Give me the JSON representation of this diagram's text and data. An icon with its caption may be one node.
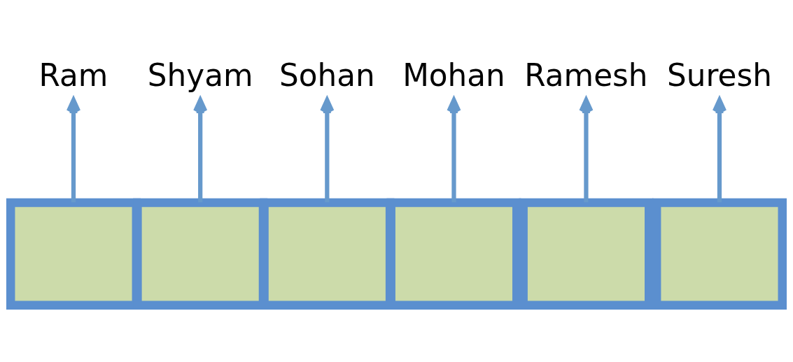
{
  "diagram": {
    "nodes": [
      {
        "text": [
          "Ram"
        ]
      },
      {
        "text": [
          "Shyam"
        ]
      },
      {
        "text": [
          "Sohan"
        ]
      },
      {
        "text": [
          "Mohan"
        ]
      },
      {
        "text": [
          "Ramesh"
        ]
      },
      {
        "text": [
          "Suresh"
        ]
      },
      {
        "text": [],
        "shape": "box"
      },
      {
        "text": [],
        "shape": "box"
      },
      {
        "text": [],
        "shape": "box"
      },
      {
        "text": [],
        "shape": "box"
      },
      {
        "text": [],
        "shape": "box"
      },
      {
        "text": [],
        "shape": "box"
      }
    ],
    "edges": [
      {
        "from": 6,
        "to": 0,
        "arrow": "to"
      },
      {
        "from": 7,
        "to": 1,
        "arrow": "to"
      },
      {
        "from": 8,
        "to": 2,
        "arrow": "to"
      },
      {
        "from": 9,
        "to": 3,
        "arrow": "to"
      },
      {
        "from": 10,
        "to": 4,
        "arrow": "to"
      },
      {
        "from": 11,
        "to": 5,
        "arrow": "to"
      }
    ]
  }
}
